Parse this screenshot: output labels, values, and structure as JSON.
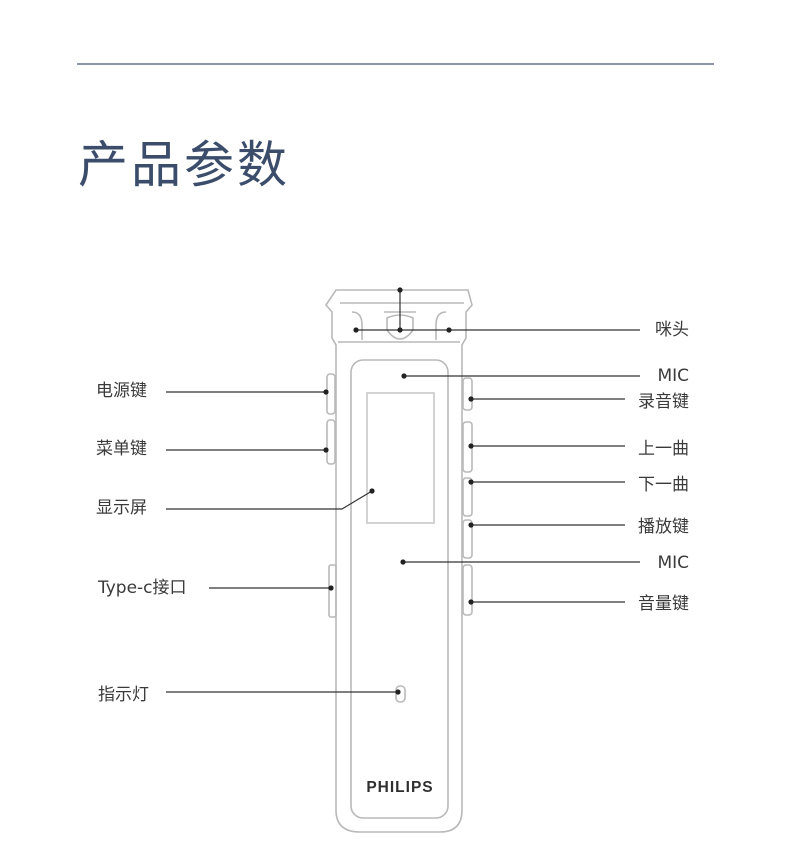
{
  "header": {
    "title": "产品参数"
  },
  "brand": {
    "logo_text": "PHILIPS"
  },
  "colors": {
    "title": "#3b4d6b",
    "rule": "#8a96a8",
    "outline": "#b9b9b9",
    "leader": "#333333"
  },
  "labels_left": {
    "power": "电源键",
    "menu": "菜单键",
    "display": "显示屏",
    "typec": "Type-c接口",
    "indicator": "指示灯"
  },
  "labels_right": {
    "mic_head": "咪头",
    "mic_top": "MIC",
    "record": "录音键",
    "prev": "上一曲",
    "next": "下一曲",
    "play": "播放键",
    "mic_mid": "MIC",
    "volume": "音量键"
  }
}
